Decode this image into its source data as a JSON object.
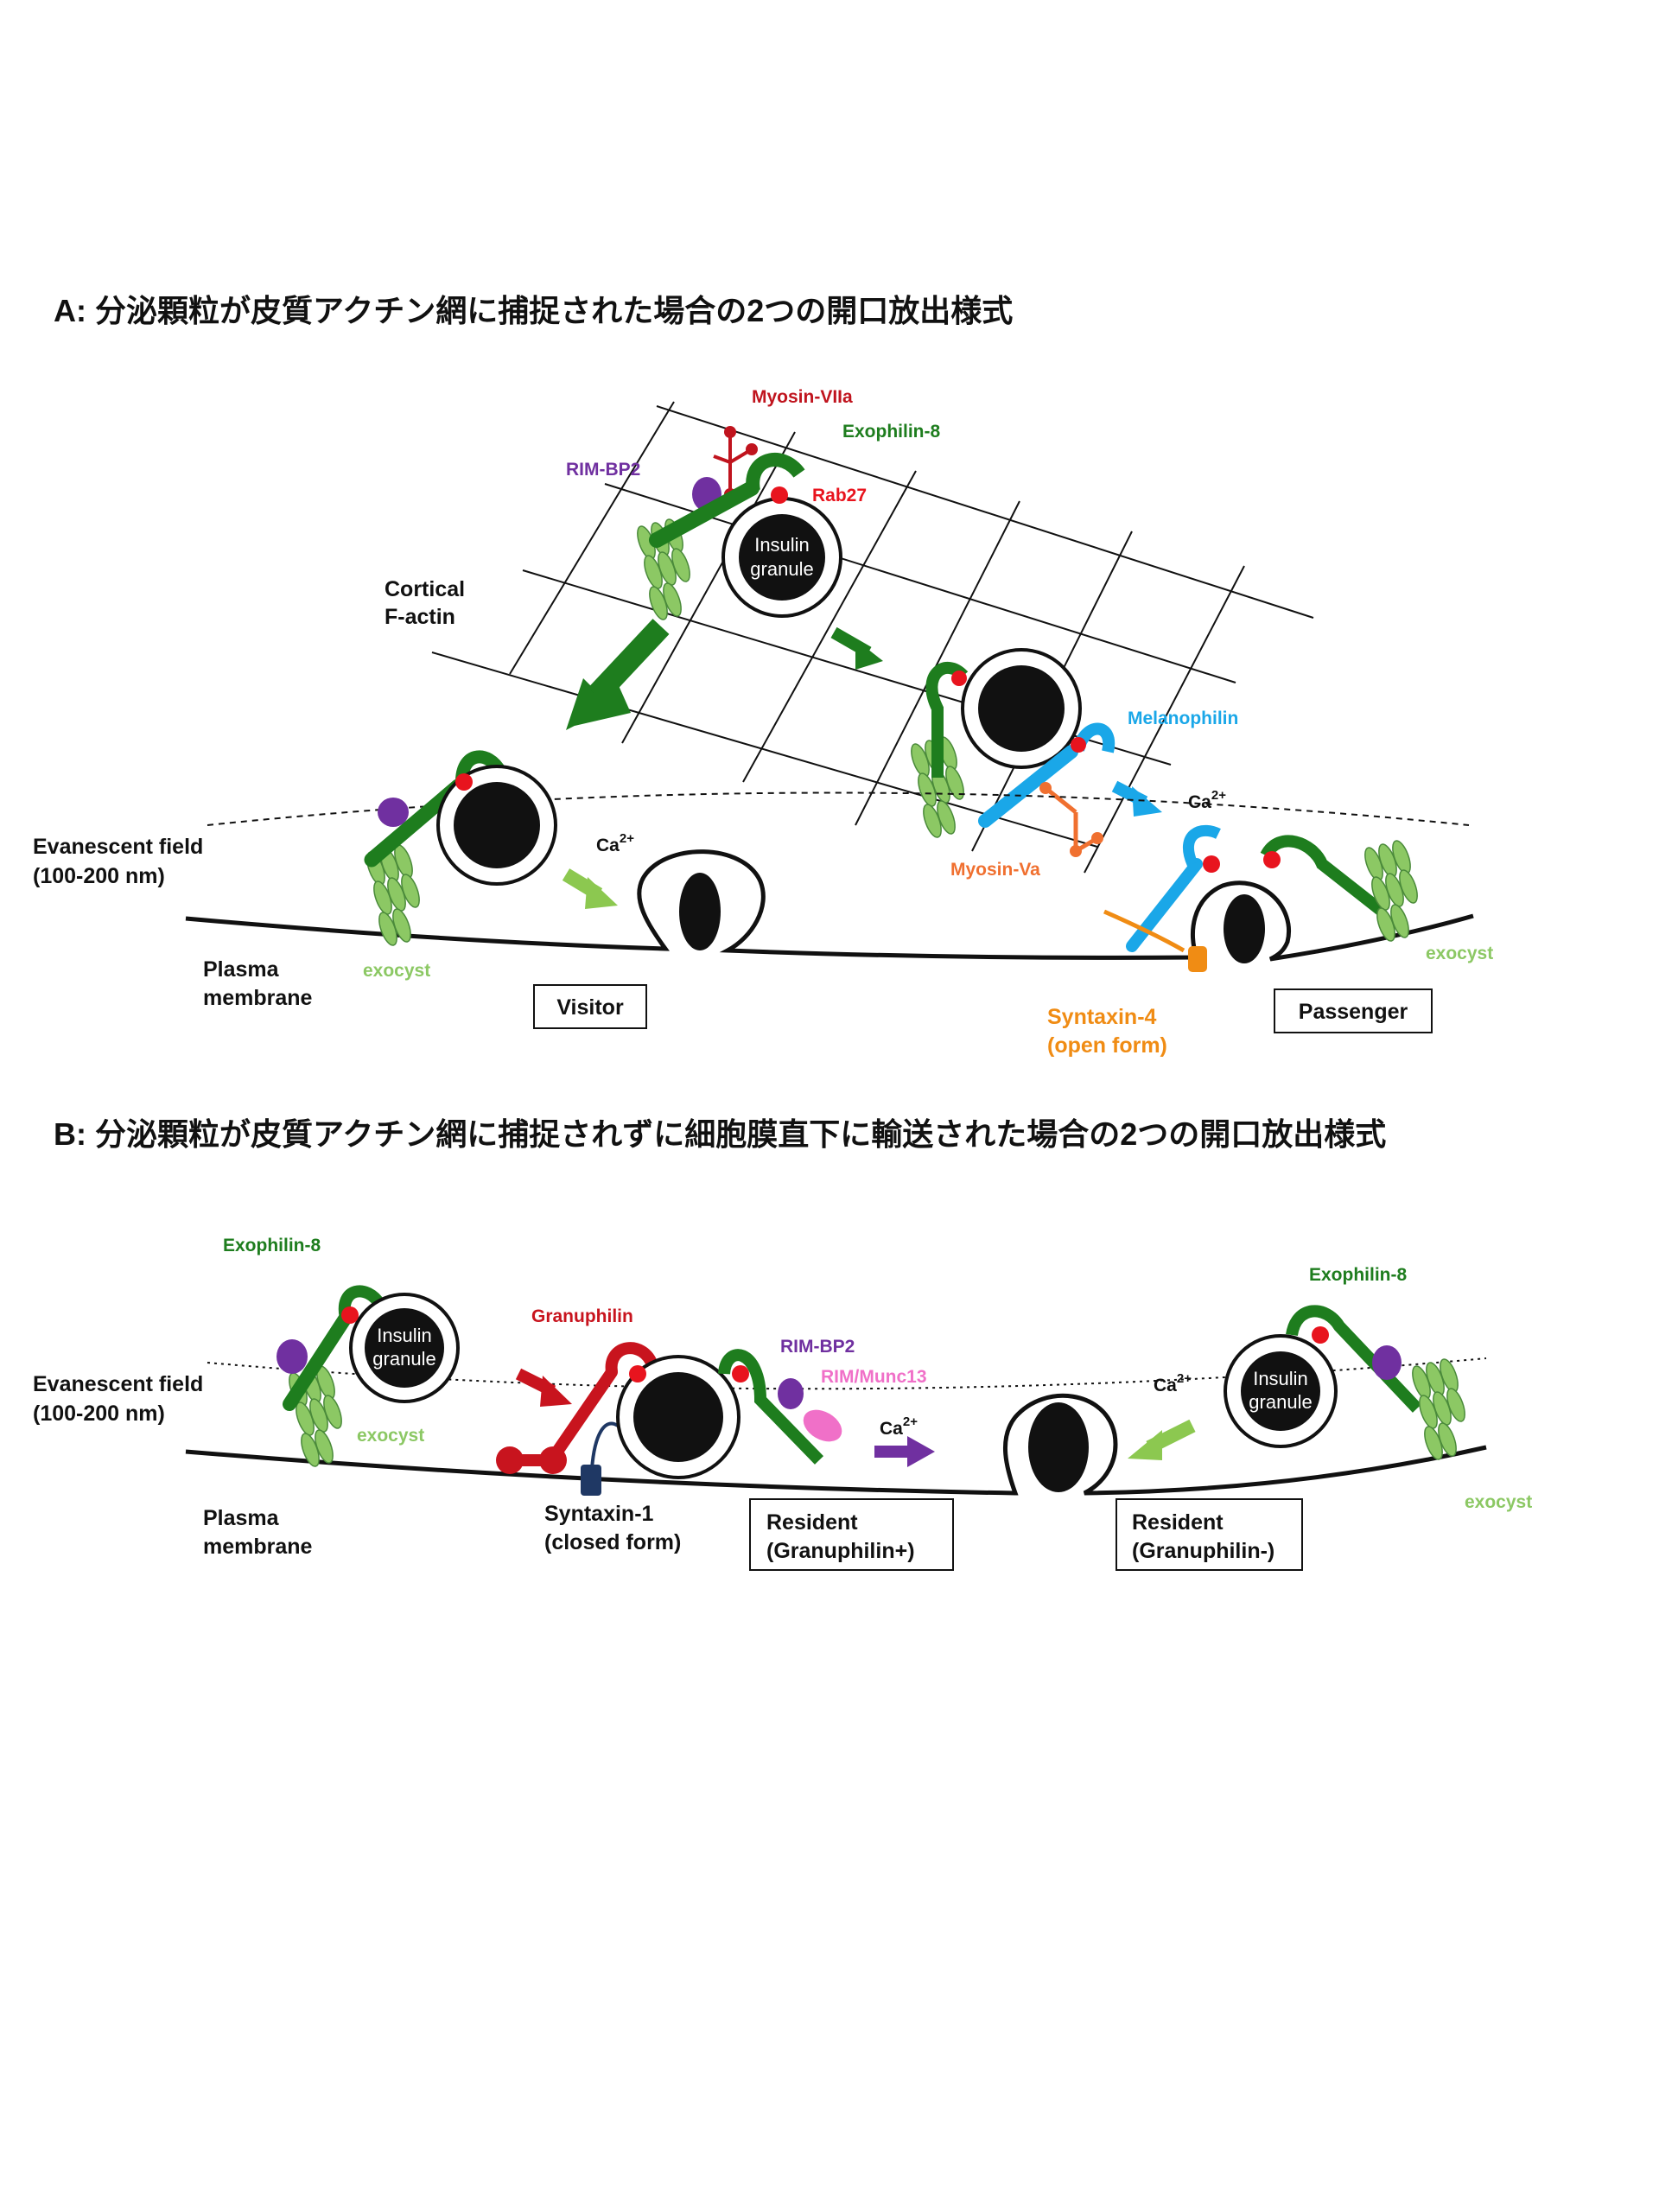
{
  "panel_a": {
    "title": "A: 分泌顆粒が皮質アクチン網に捕捉された場合の2つの開口放出様式",
    "labels": {
      "myosin_viia": "Myosin-VIIa",
      "exophilin8": "Exophilin-8",
      "rim_bp2": "RIM-BP2",
      "rab27": "Rab27",
      "cortical_factin_1": "Cortical",
      "cortical_factin_2": "F-actin",
      "insulin_granule_1": "Insulin",
      "insulin_granule_2": "granule",
      "melanophilin": "Melanophilin",
      "ca_1": "Ca",
      "ca_2": "Ca",
      "ca_sup": "2+",
      "evanescent_1": "Evanescent field",
      "evanescent_2": "(100-200 nm)",
      "myosin_va": "Myosin-Va",
      "exocyst_left": "exocyst",
      "exocyst_right": "exocyst",
      "plasma_1": "Plasma",
      "plasma_2": "membrane",
      "visitor": "Visitor",
      "passenger": "Passenger",
      "syntaxin4_1": "Syntaxin-4",
      "syntaxin4_2": "(open form)"
    }
  },
  "panel_b": {
    "title": "B: 分泌顆粒が皮質アクチン網に捕捉されずに細胞膜直下に輸送された場合の2つの開口放出様式",
    "labels": {
      "exophilin8_left": "Exophilin-8",
      "exophilin8_right": "Exophilin-8",
      "granuphilin": "Granuphilin",
      "rim_bp2": "RIM-BP2",
      "rim_munc13": "RIM/Munc13",
      "insulin_granule_1": "Insulin",
      "insulin_granule_2": "granule",
      "evanescent_1": "Evanescent field",
      "evanescent_2": "(100-200 nm)",
      "exocyst_left": "exocyst",
      "exocyst_right": "exocyst",
      "ca_1": "Ca",
      "ca_2": "Ca",
      "ca_sup": "2+",
      "plasma_1": "Plasma",
      "plasma_2": "membrane",
      "syntaxin1_1": "Syntaxin-1",
      "syntaxin1_2": "(closed form)",
      "resident_plus_1": "Resident",
      "resident_plus_2": "(Granuphilin+)",
      "resident_minus_1": "Resident",
      "resident_minus_2": "(Granuphilin-)"
    }
  },
  "colors": {
    "exophilin8": "#1e7d1e",
    "rab27": "#e8141e",
    "myosin_viia": "#c0141e",
    "rim_bp2": "#7030a0",
    "melanophilin": "#1aa7e8",
    "myosin_va": "#f07030",
    "syntaxin4": "#f08c14",
    "exocyst": "#8cc864",
    "granuphilin": "#c8141e",
    "syntaxin1": "#1f3864",
    "rim_munc13": "#f070c8",
    "arrow_green_light": "#8cc850",
    "arrow_purple": "#7030a0"
  }
}
